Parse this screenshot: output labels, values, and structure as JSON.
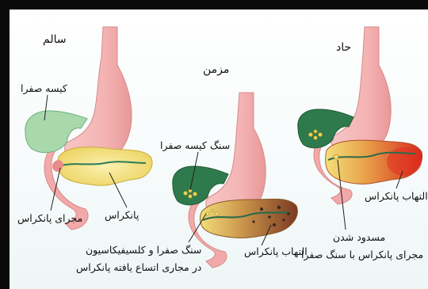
{
  "panels": {
    "healthy": "سالم",
    "chronic": "مزمن",
    "acute": "حاد"
  },
  "labels": {
    "gallbladder": "کیسه صفرا",
    "pancreatic_duct": "مجرای پانکراس",
    "pancreas": "پانکراس",
    "gallstone": "سنگ کیسه صفرا",
    "stones_calcification_line1": "سنگ صفرا و کلسیفیکاسیون",
    "stones_calcification_line2": "در مجاری اتساع یافته پانکراس",
    "pancreatitis_chronic": "التهاب پانکراس",
    "pancreatitis_acute": "التهاب پانکراس",
    "blockage_line1": "مسدود شدن",
    "blockage_line2": "مجرای پانکراس با سنگ صفرا"
  },
  "colors": {
    "frame": "#0a0a0a",
    "stomach": "#f4b8b8",
    "gallbladder_healthy": "#9fd3a2",
    "gallbladder_diseased": "#2f7a4c",
    "pancreas": "#f3df7a",
    "inflamed": "#c8402a",
    "duct": "#2d7a5a"
  }
}
